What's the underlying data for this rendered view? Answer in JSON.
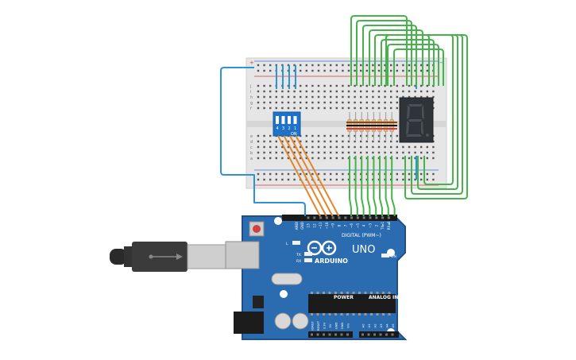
{
  "colors": {
    "board": "#2b6cb0",
    "board_dark": "#1f4f86",
    "breadboard": "#e8e8e8",
    "rail_red": "#d23b3b",
    "rail_blue": "#3b6fd2",
    "wire_green": "#46b34a",
    "wire_orange": "#e3862a",
    "wire_blue": "#2d93d6",
    "dip_blue": "#1e73c8",
    "seg_body": "#2f3439",
    "seg_off": "#4a5057"
  },
  "arduino": {
    "brand": "ARDUINO",
    "model": "UNO",
    "digital_label": "DIGITAL (PWM~)",
    "power_label": "POWER",
    "analog_label": "ANALOG IN",
    "on_label": "ON",
    "tx_label": "TX",
    "rx_label": "RX",
    "l_label": "L",
    "aref": "AREF",
    "gnd": "GND",
    "digital_pins": [
      "13",
      "12",
      "~11",
      "~10",
      "~9",
      "8",
      "7",
      "~6",
      "~5",
      "4",
      "~3",
      "2",
      "TX▸1",
      "RX◂0"
    ],
    "power_pins": [
      "IOREF",
      "RESET",
      "3.3V",
      "5V",
      "GND",
      "GND",
      "Vin"
    ],
    "analog_pins": [
      "A0",
      "A1",
      "A2",
      "A3",
      "A4",
      "A5"
    ]
  },
  "breadboard": {
    "row_letters_top": [
      "j",
      "i",
      "h",
      "g",
      "f"
    ],
    "row_letters_bottom": [
      "e",
      "d",
      "c",
      "b",
      "a"
    ],
    "rail_plus": "+",
    "rail_minus": "−"
  },
  "dip_switch": {
    "numbers": [
      "4",
      "3",
      "2",
      "1"
    ],
    "on_label": "ON"
  },
  "seven_segment": {
    "digit": "8"
  },
  "icons": {
    "usb": "usb-plug-icon",
    "logo": "arduino-infinity-icon"
  }
}
